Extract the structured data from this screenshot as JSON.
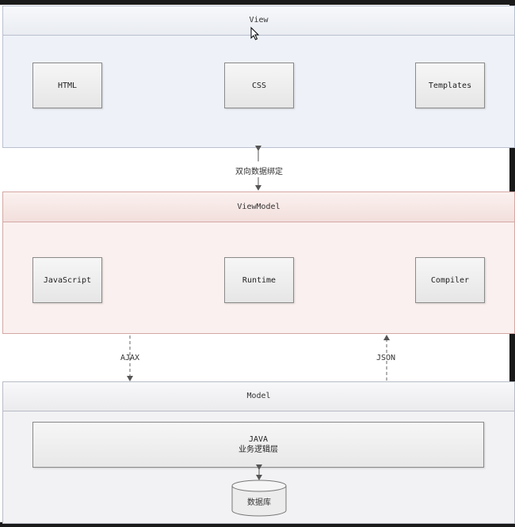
{
  "view": {
    "title": "View",
    "items": [
      "HTML",
      "CSS",
      "Templates"
    ]
  },
  "binding_label": "双向数据绑定",
  "viewmodel": {
    "title": "ViewModel",
    "items": [
      "JavaScript",
      "Runtime",
      "Compiler"
    ]
  },
  "ajax_label": "AJAX",
  "json_label": "JSON",
  "model": {
    "title": "Model",
    "logic_line1": "JAVA",
    "logic_line2": "业务逻辑层",
    "db_label": "数据库"
  },
  "icons": {
    "cursor": "mouse-pointer-icon"
  }
}
